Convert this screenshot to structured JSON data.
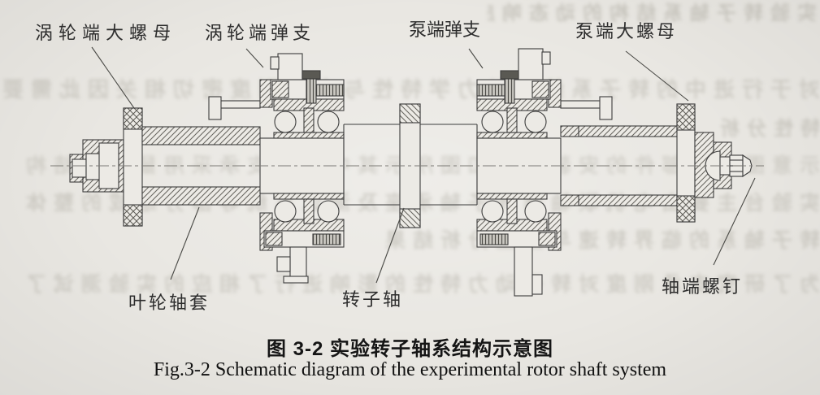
{
  "colors": {
    "paper": "#e9e7e2",
    "ink": "#3c3c3c",
    "hatch": "#64625c",
    "bleed_ink": "#aaa79d"
  },
  "figure": {
    "caption_zh": "图 3-2 实验转子轴系结构示意图",
    "caption_en": "Fig.3-2 Schematic diagram of the experimental rotor shaft system"
  },
  "part_labels": [
    {
      "id": "turbine-end-big-nut",
      "text": "涡轮端大螺母"
    },
    {
      "id": "turbine-end-elastic-sup",
      "text": "涡轮端弹支"
    },
    {
      "id": "pump-end-elastic-sup",
      "text": "泵端弹支"
    },
    {
      "id": "pump-end-big-nut",
      "text": "泵端大螺母"
    },
    {
      "id": "impeller-shaft-sleeve",
      "text": "叶轮轴套"
    },
    {
      "id": "rotor-shaft",
      "text": "转子轴"
    },
    {
      "id": "shaft-end-screw",
      "text": "轴端螺钉"
    }
  ],
  "bleedthrough": {
    "note": "illegible mirrored ink bleeding through from reverse page side",
    "rows": [
      {
        "text": "实验转子轴系结构的动态响应"
      },
      {
        "text": "对于行进中的转子系统其动力学特性与支承刚度密切相关因此需要"
      },
      {
        "text": "特性分析"
      },
      {
        "text": "示意图中各部件的安装位置如图所示其中弹性支承采用鼠笼式结构"
      },
      {
        "text": "实验台主要由电机联轴器转子轴承座及测试系统等部分组成的整体"
      },
      {
        "text": "转子轴系的临界转速与振型分析结果"
      },
      {
        "text": "为了研究支承刚度对转子动力特性的影响进行了相应的实验测试了"
      }
    ]
  }
}
